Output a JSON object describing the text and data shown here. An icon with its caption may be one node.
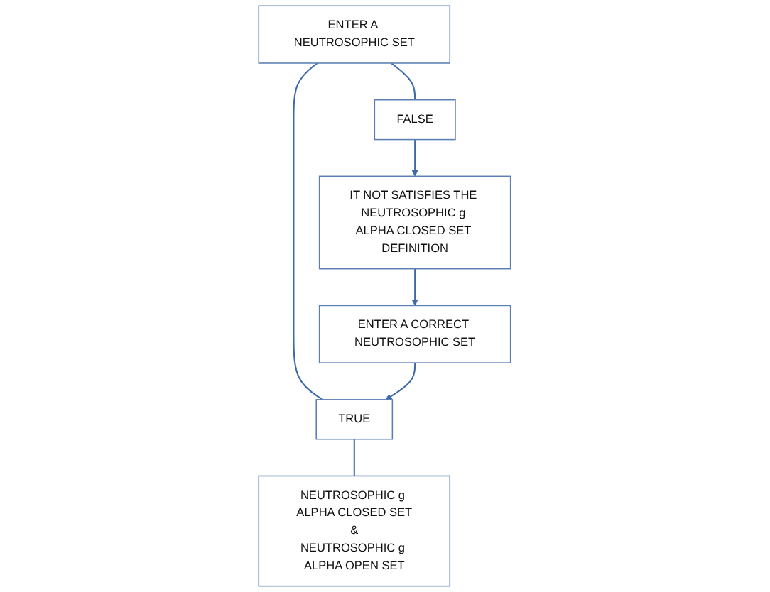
{
  "diagram": {
    "nodes": [
      {
        "text": [
          "ENTER A NEUTROSOPHIC SET"
        ]
      },
      {
        "text": [
          "FALSE"
        ]
      },
      {
        "text": [
          "IT NOT SATISFIES THE NEUTROSOPHIC g ALPHA CLOSED SET DEFINITION"
        ]
      },
      {
        "text": [
          "ENTER A CORRECT NEUTROSOPHIC SET"
        ]
      },
      {
        "text": [
          "TRUE"
        ]
      },
      {
        "text": [
          "NEUTROSOPHIC g ALPHA CLOSED SET",
          "&",
          "NEUTROSOPHIC g ALPHA OPEN SET"
        ]
      }
    ],
    "edges": [
      {
        "from": 0,
        "to": 1,
        "arrow": "none"
      },
      {
        "from": 0,
        "to": 4,
        "arrow": "none"
      },
      {
        "from": 1,
        "to": 2,
        "arrow": "to"
      },
      {
        "from": 2,
        "to": 3,
        "arrow": "to"
      },
      {
        "from": 3,
        "to": 4,
        "arrow": "to"
      },
      {
        "from": 4,
        "to": 5,
        "arrow": "none"
      }
    ]
  }
}
